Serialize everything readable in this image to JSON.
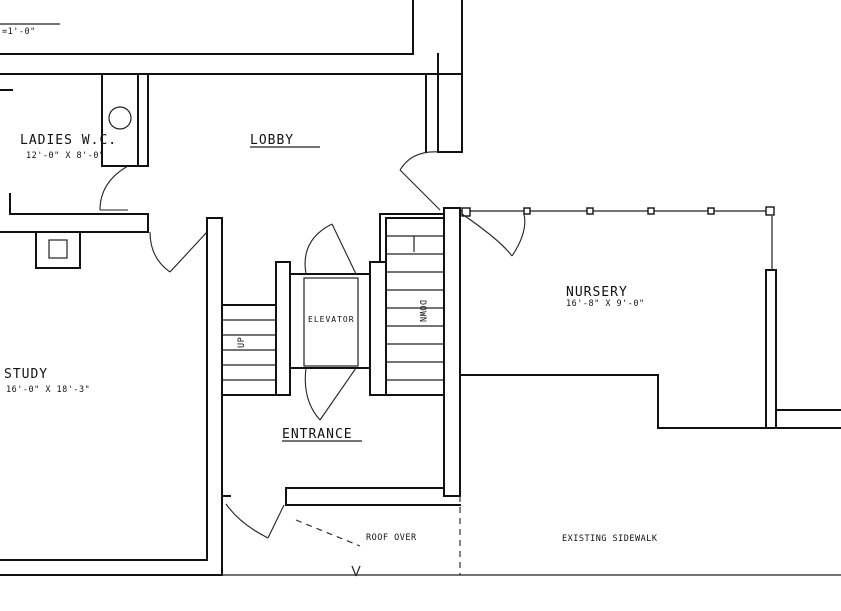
{
  "plan": {
    "scale_note": "=1'-0\"",
    "rooms": {
      "ladies_wc": {
        "name": "LADIES W.C.",
        "dims": "12'-0\" X 8'-0\""
      },
      "lobby": {
        "name": "LOBBY"
      },
      "nursery": {
        "name": "NURSERY",
        "dims": "16'-8\" X 9'-0\""
      },
      "study": {
        "name": "STUDY",
        "dims": "16'-0\" X 18'-3\""
      },
      "elevator": {
        "name": "ELEVATOR"
      },
      "entrance": {
        "name": "ENTRANCE"
      }
    },
    "stairs": {
      "up_label": "UP",
      "down_label": "DOWN"
    },
    "exterior": {
      "roof_note": "ROOF OVER",
      "sidewalk": "EXISTING SIDEWALK"
    }
  }
}
